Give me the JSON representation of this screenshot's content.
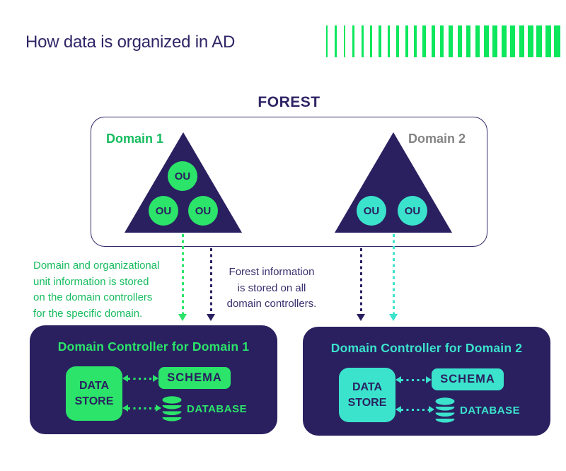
{
  "page": {
    "title": "How data is organized in AD"
  },
  "colors": {
    "navy": "#2A2060",
    "navy-text": "#2F2566",
    "green": "#2BE469",
    "green-text": "#17BC5F",
    "teal": "#3BE3CC",
    "gray": "#848484",
    "bar-green": "#0CE75C",
    "white": "#FFFFFF"
  },
  "decor": {
    "bar_count": 27
  },
  "forest": {
    "label": "FOREST",
    "domain1": {
      "label": "Domain 1",
      "ou_labels": [
        "OU",
        "OU",
        "OU"
      ]
    },
    "domain2": {
      "label": "Domain 2",
      "ou_labels": [
        "OU",
        "OU"
      ]
    }
  },
  "notes": {
    "domain_note": "Domain and organizational\nunit information is stored\non the domain controllers\nfor the specific domain.",
    "forest_note": "Forest information\nis stored on all\ndomain controllers."
  },
  "controllers": [
    {
      "title": "Domain Controller for Domain 1",
      "data_store": "DATA\nSTORE",
      "schema": "SCHEMA",
      "database": "DATABASE",
      "accent": "#2BE469"
    },
    {
      "title": "Domain Controller for Domain 2",
      "data_store": "DATA\nSTORE",
      "schema": "SCHEMA",
      "database": "DATABASE",
      "accent": "#3BE3CC"
    }
  ]
}
